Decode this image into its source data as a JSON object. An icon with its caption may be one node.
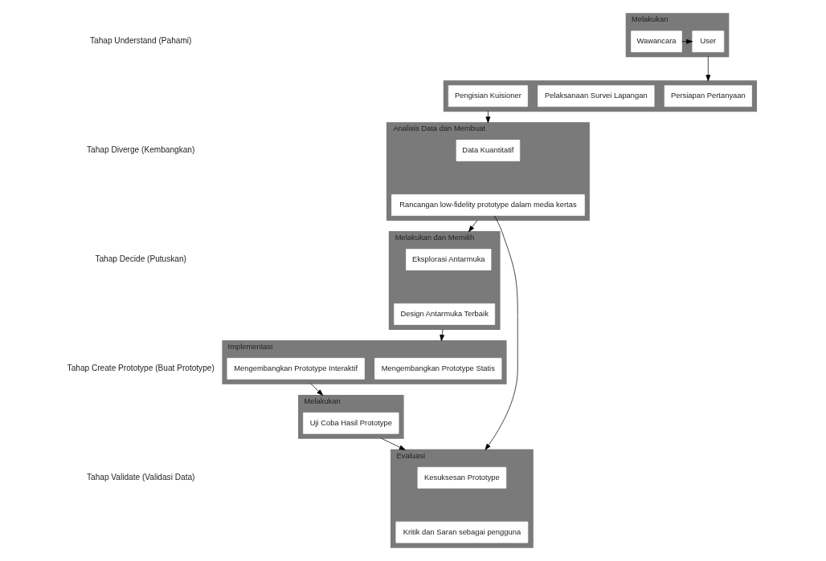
{
  "diagram": {
    "nodes": [
      {
        "text": [
          "Melakukan"
        ]
      },
      {
        "text": [
          "Wawancara"
        ],
        "in": 0
      },
      {
        "text": [
          "User"
        ],
        "in": 0
      },
      {
        "text": [],
        "shape": "box"
      },
      {
        "text": [
          "Persiapan Pertanyaan"
        ],
        "in": 3
      },
      {
        "text": [
          "Pelaksanaan Survei Lapangan"
        ],
        "in": 3
      },
      {
        "text": [
          "Pengisian Kuisioner"
        ],
        "in": 3
      },
      {
        "text": [
          "Analisis Data dan Membuat"
        ]
      },
      {
        "text": [
          "Data Kuantitatif"
        ],
        "in": 7
      },
      {
        "text": [
          "Rancangan low-fidelity prototype dalam media kertas"
        ],
        "in": 7
      },
      {
        "text": [
          "Melakukan dan Memilih"
        ]
      },
      {
        "text": [
          "Eksplorasi Antarmuka"
        ],
        "in": 10
      },
      {
        "text": [
          "Design Antarmuka Terbaik"
        ],
        "in": 10
      },
      {
        "text": [
          "Implementasi"
        ]
      },
      {
        "text": [
          "Mengembangkan Prototype Statis"
        ],
        "in": 13
      },
      {
        "text": [
          "Mengembangkan Prototype Interaktif"
        ],
        "in": 13
      },
      {
        "text": [
          "Melakukan"
        ]
      },
      {
        "text": [
          "Uji Coba Hasil Prototype"
        ],
        "in": 16
      },
      {
        "text": [
          "Evaluasi"
        ]
      },
      {
        "text": [
          "Kesuksesan Prototype"
        ],
        "in": 18
      },
      {
        "text": [
          "Kritik dan Saran sebagai pengguna"
        ],
        "in": 18
      }
    ],
    "edges": [
      {
        "from": 1,
        "to": 2,
        "arrow": "to"
      },
      {
        "from": 0,
        "to": 3,
        "arrow": "to"
      },
      {
        "from": 3,
        "to": 7,
        "arrow": "to"
      },
      {
        "from": 7,
        "to": 10,
        "arrow": "to"
      },
      {
        "from": 10,
        "to": 13,
        "arrow": "to"
      },
      {
        "from": 13,
        "to": 16,
        "arrow": "to"
      },
      {
        "from": 16,
        "to": 18,
        "arrow": "to"
      },
      {
        "from": 9,
        "to": 18,
        "arrow": "to"
      }
    ],
    "labels": [
      "Tahap Understand (Pahami)",
      "Tahap Diverge (Kembangkan)",
      "Tahap Decide (Putuskan)",
      "Tahap Create Prototype (Buat Prototype)",
      "Tahap Validate (Validasi Data)"
    ]
  }
}
